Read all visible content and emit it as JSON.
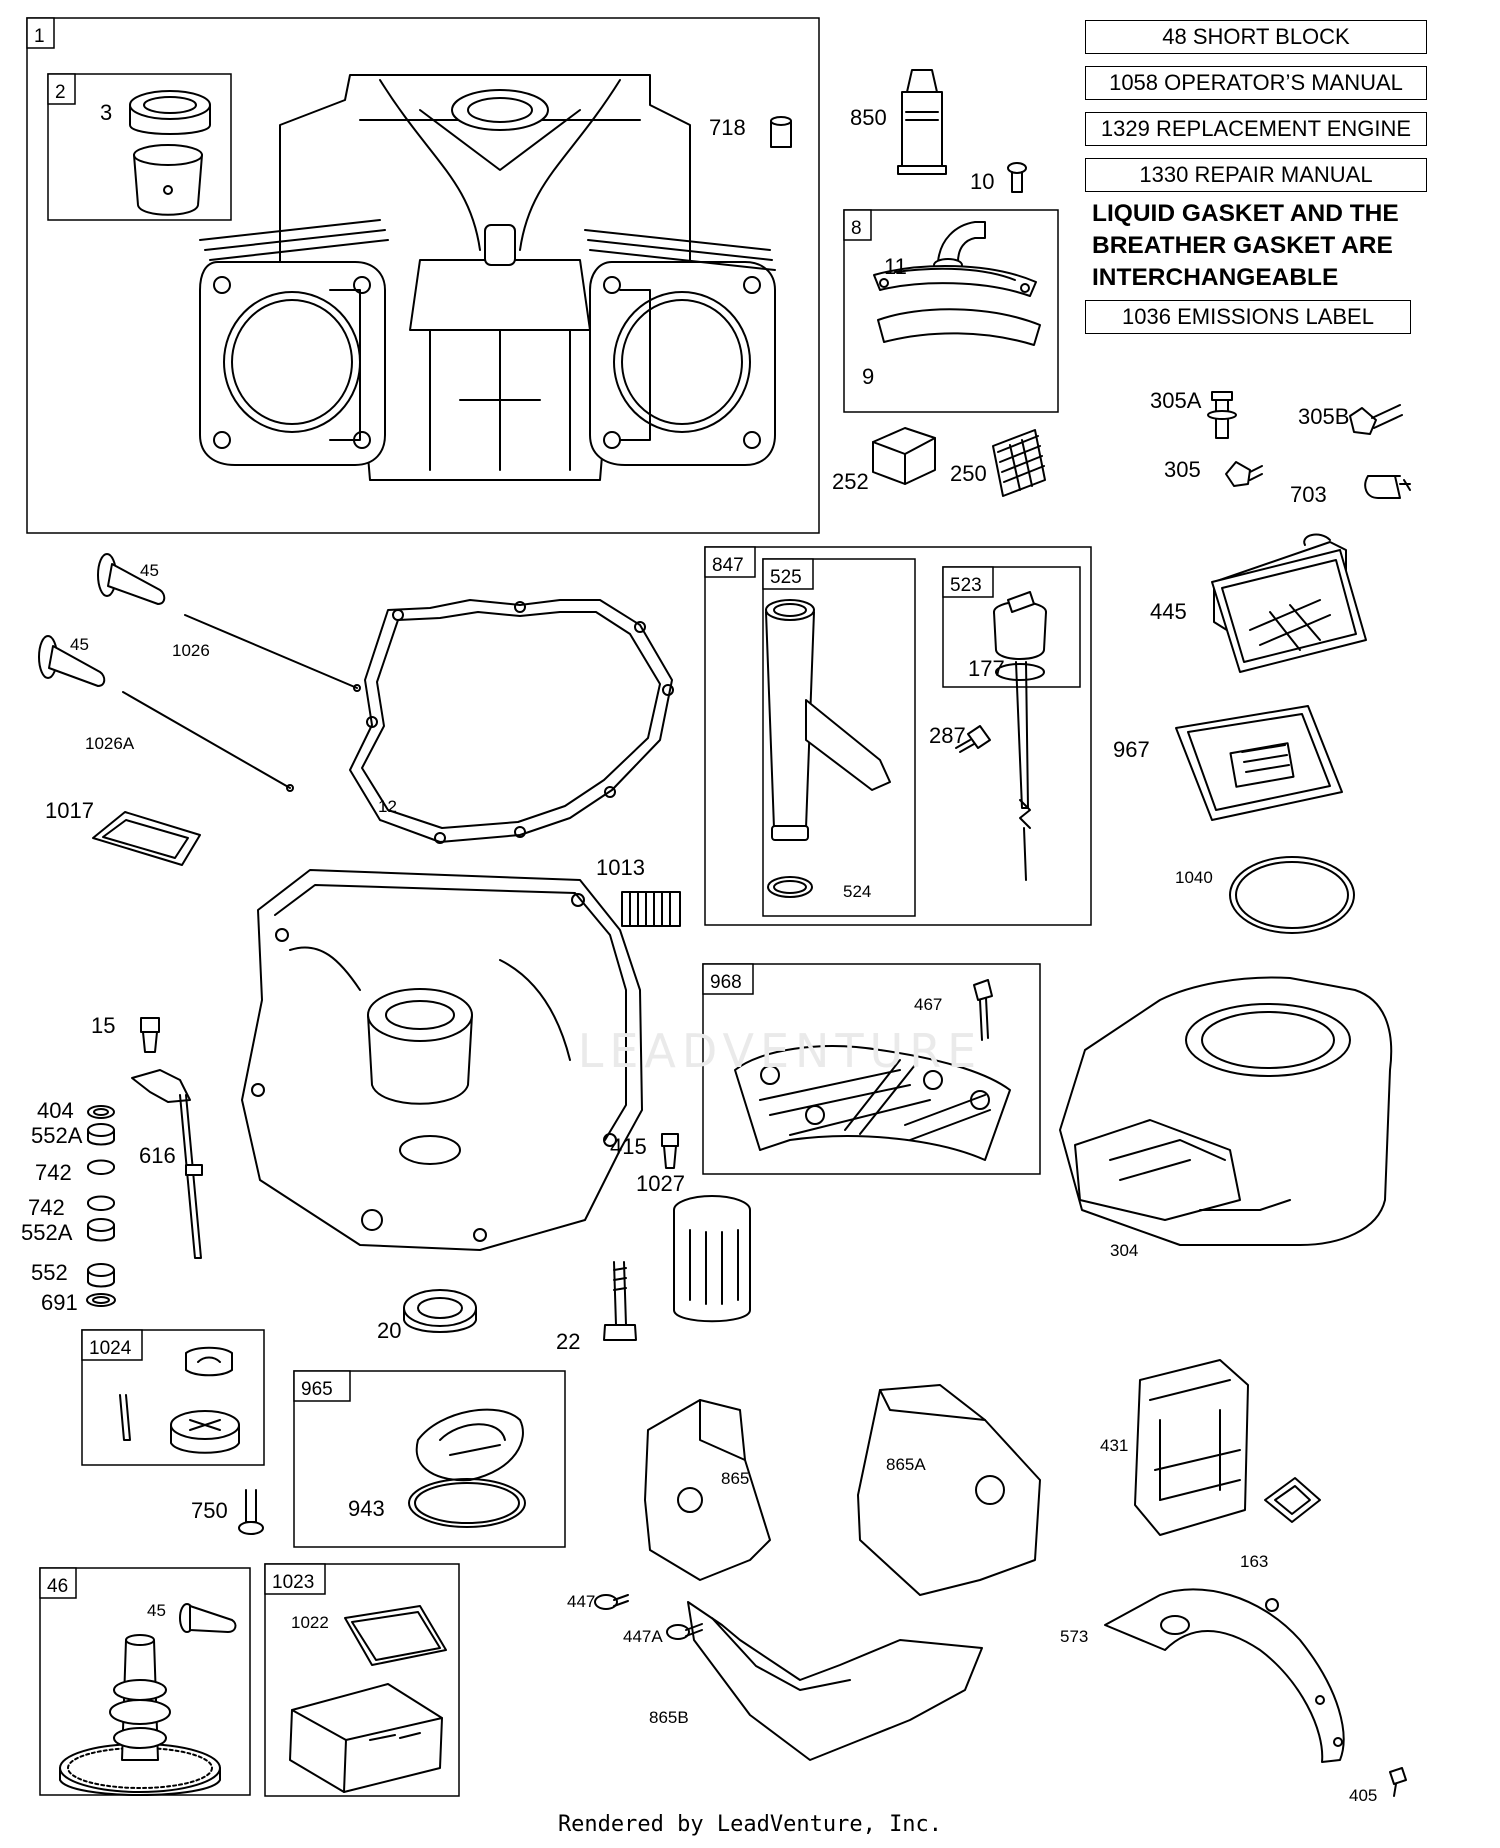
{
  "header_notes": {
    "items": [
      "48 SHORT BLOCK",
      "1058 OPERATOR’S MANUAL",
      "1329 REPLACEMENT ENGINE",
      "1330 REPAIR MANUAL"
    ],
    "note_lines": [
      "LIQUID GASKET AND THE",
      "BREATHER GASKET ARE",
      "INTERCHANGEABLE"
    ],
    "emissions_label": "1036 EMISSIONS LABEL"
  },
  "box_numbers": {
    "b1": "1",
    "b2": "2",
    "b8": "8",
    "b847": "847",
    "b525": "525",
    "b523": "523",
    "b968": "968",
    "b1024": "1024",
    "b965": "965",
    "b46": "46",
    "b1023": "1023"
  },
  "callouts": {
    "c3": "3",
    "c718": "718",
    "c850": "850",
    "c10": "10",
    "c11": "11",
    "c9": "9",
    "c305A": "305A",
    "c305B": "305B",
    "c305": "305",
    "c703": "703",
    "c252": "252",
    "c250": "250",
    "c45a": "45",
    "c45b": "45",
    "c1026": "1026",
    "c1026A": "1026A",
    "c1017": "1017",
    "c12": "12",
    "c177": "177",
    "c287": "287",
    "c524": "524",
    "c445": "445",
    "c967": "967",
    "c1040": "1040",
    "c1013": "1013",
    "c467": "467",
    "c15": "15",
    "c404": "404",
    "c552A": "552A",
    "c742": "742",
    "c742b": "742",
    "c552Ab": "552A",
    "c552": "552",
    "c691": "691",
    "c616": "616",
    "c415": "415",
    "c1027": "1027",
    "c20": "20",
    "c22": "22",
    "c304": "304",
    "c750": "750",
    "c943": "943",
    "c865": "865",
    "c865A": "865A",
    "c431": "431",
    "c163": "163",
    "c447": "447",
    "c447A": "447A",
    "c865B": "865B",
    "c573": "573",
    "c405": "405",
    "c45c": "45",
    "c1022": "1022"
  },
  "watermark": "LEADVENTURE",
  "footer": "Rendered by LeadVenture, Inc."
}
